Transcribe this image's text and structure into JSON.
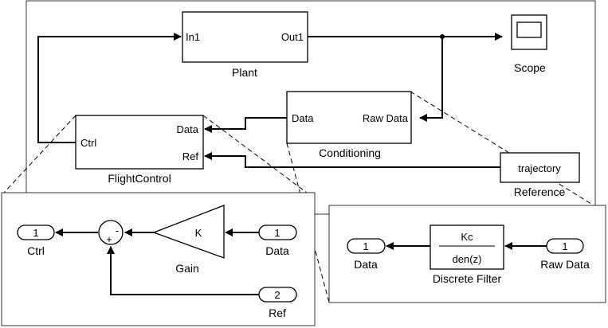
{
  "top": {
    "plant": {
      "name": "Plant",
      "in_port": "In1",
      "out_port": "Out1"
    },
    "scope": {
      "name": "Scope"
    },
    "conditioning": {
      "name": "Conditioning",
      "in_port": "Raw Data",
      "out_port": "Data"
    },
    "flight_control": {
      "name": "FlightControl",
      "out_port": "Ctrl",
      "in_data": "Data",
      "in_ref": "Ref"
    },
    "reference": {
      "name": "Reference",
      "block_text": "trajectory"
    }
  },
  "flight_control_detail": {
    "outport": {
      "number": "1",
      "label": "Ctrl"
    },
    "sum_signs": {
      "minus": "-",
      "plus": "+"
    },
    "gain": {
      "symbol": "K",
      "label": "Gain"
    },
    "inport_data": {
      "number": "1",
      "label": "Data"
    },
    "inport_ref": {
      "number": "2",
      "label": "Ref"
    }
  },
  "conditioning_detail": {
    "outport": {
      "number": "1",
      "label": "Data"
    },
    "filter": {
      "numerator": "Kc",
      "denominator": "den(z)",
      "label": "Discrete Filter"
    },
    "inport": {
      "number": "1",
      "label": "Raw Data"
    }
  }
}
